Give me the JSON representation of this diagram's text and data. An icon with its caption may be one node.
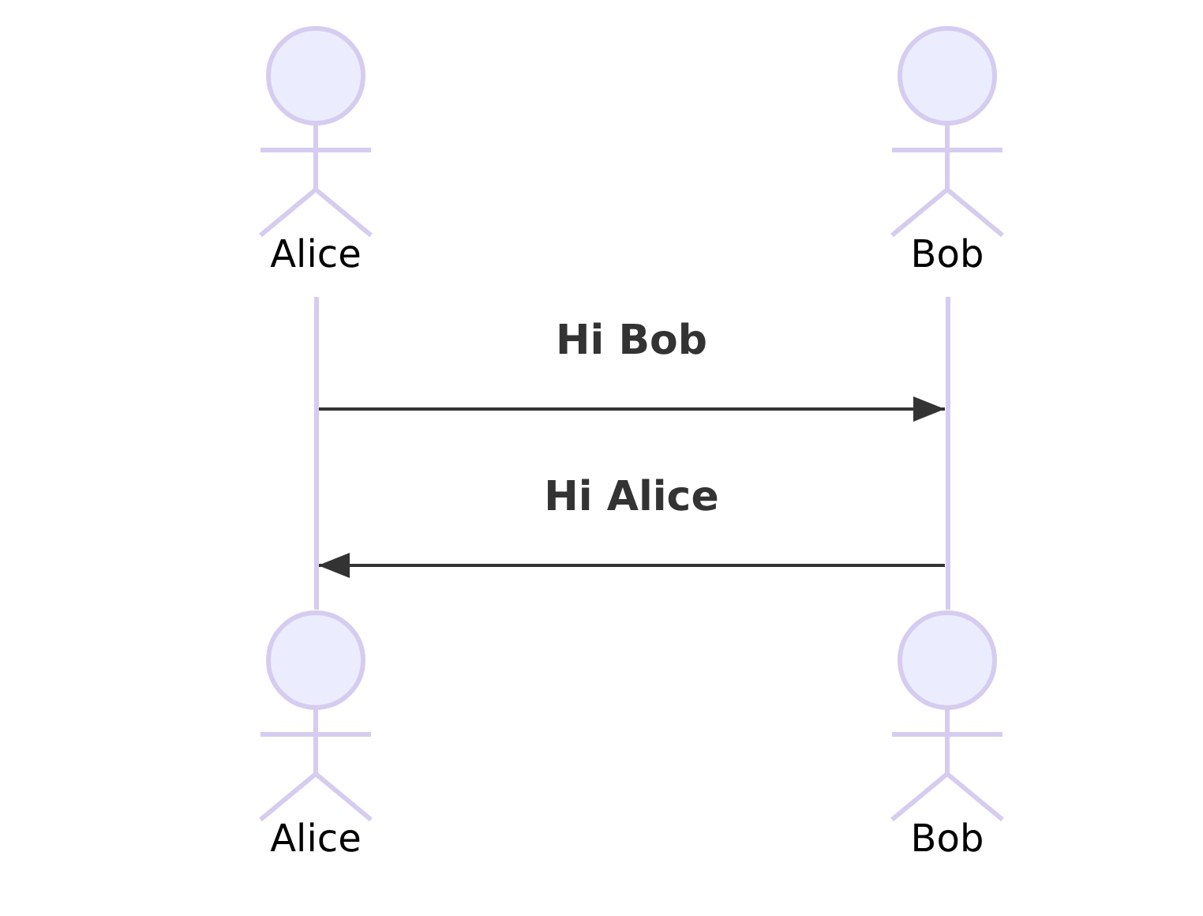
{
  "diagram": {
    "nodes": [
      {
        "text": [
          "Alice"
        ]
      },
      {
        "text": [
          "Bob"
        ]
      },
      {
        "text": [],
        "shape": "bar"
      },
      {
        "text": [],
        "shape": "bar"
      },
      {
        "text": [
          "Alice"
        ]
      },
      {
        "text": [
          "Bob"
        ]
      }
    ],
    "edges": [
      {
        "from": 2,
        "to": 3,
        "arrow": "to",
        "label": "Hi Bob"
      },
      {
        "from": 3,
        "to": 2,
        "arrow": "to",
        "label": "Hi Alice"
      }
    ]
  }
}
